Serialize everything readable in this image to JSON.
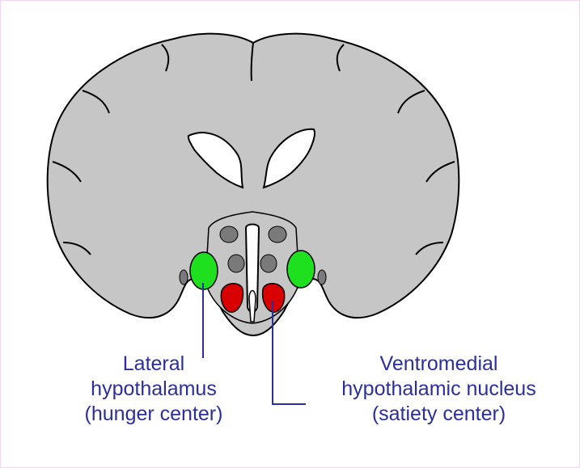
{
  "diagram": {
    "colors": {
      "brain": "#c6c6c6",
      "outline": "#000000",
      "nucleus_gray": "#7a7a7a",
      "lateral_hypothalamus": "#1fe01f",
      "ventromedial_nucleus": "#d80000",
      "label_text": "#2b2f9c",
      "frame": "#f2d4f4"
    },
    "labels": {
      "lateral": {
        "line1": "Lateral",
        "line2": "hypothalamus",
        "line3": "(hunger center)"
      },
      "ventromedial": {
        "line1": "Ventromedial",
        "line2": "hypothalamic nucleus",
        "line3": "(satiety center)"
      }
    }
  }
}
